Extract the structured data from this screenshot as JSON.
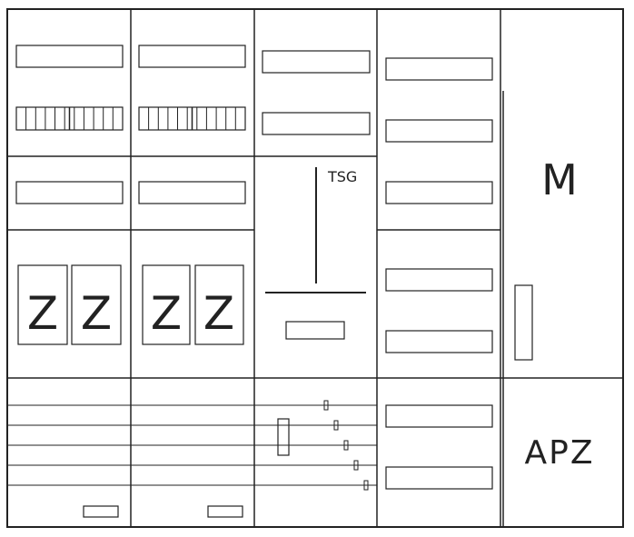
{
  "colors": {
    "stroke": "#222222",
    "background": "#ffffff"
  },
  "columns": {
    "meter_1": {
      "meter_symbols": [
        "Z",
        "Z"
      ]
    },
    "meter_2": {
      "meter_symbols": [
        "Z",
        "Z"
      ]
    },
    "center": {
      "label": "TSG"
    },
    "right": {
      "upper_label": "M",
      "lower_label": "APZ"
    }
  }
}
